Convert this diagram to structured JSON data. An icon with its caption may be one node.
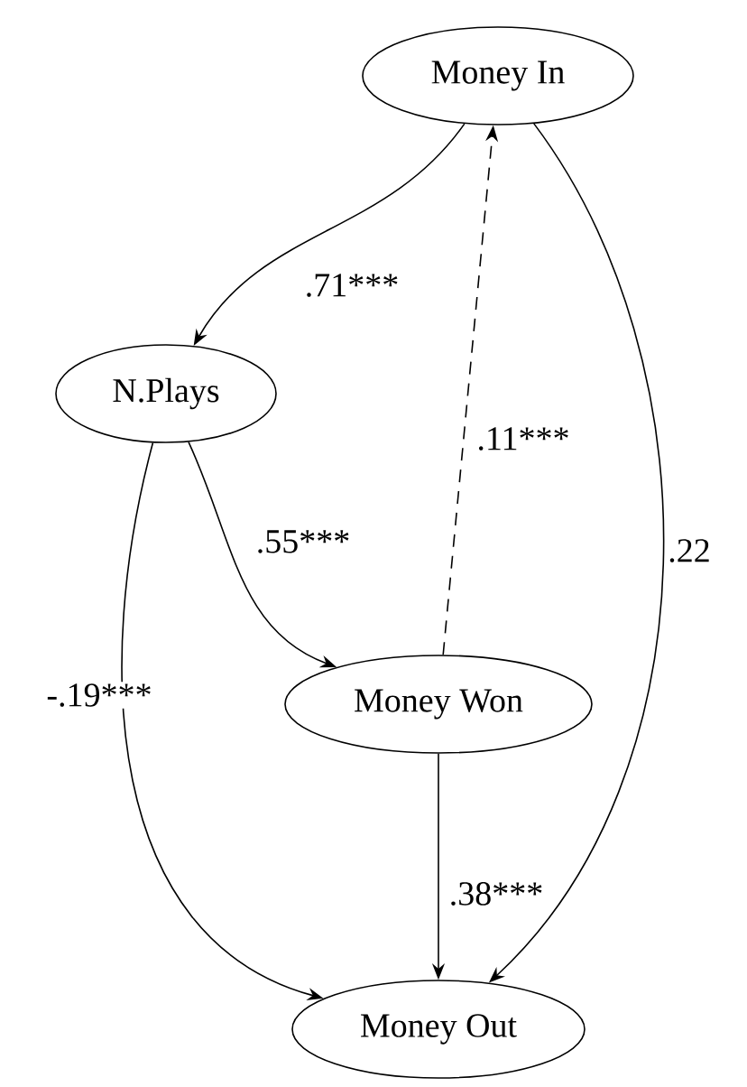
{
  "diagram": {
    "nodes": [
      {
        "text": [
          "Money In"
        ]
      },
      {
        "text": [
          "N.Plays"
        ]
      },
      {
        "text": [
          "Money Won"
        ]
      },
      {
        "text": [
          "Money Out"
        ]
      }
    ],
    "edges": [
      {
        "from": 0,
        "to": 1,
        "arrow": "to",
        "label": ".71***"
      },
      {
        "from": 1,
        "to": 2,
        "arrow": "to",
        "label": ".55***"
      },
      {
        "from": 2,
        "to": 0,
        "arrow": "to",
        "label": ".11***",
        "style": "dashed"
      },
      {
        "from": 0,
        "to": 3,
        "arrow": "to",
        "label": ".22"
      },
      {
        "from": 1,
        "to": 3,
        "arrow": "to",
        "label": "-.19***"
      },
      {
        "from": 2,
        "to": 3,
        "arrow": "to",
        "label": ".38***"
      }
    ]
  }
}
